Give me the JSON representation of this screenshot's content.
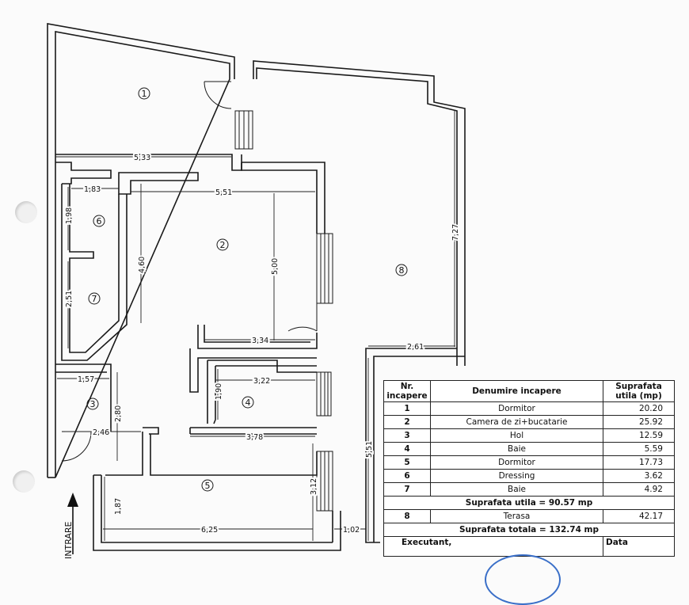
{
  "plan": {
    "rooms": [
      {
        "num": "1"
      },
      {
        "num": "2"
      },
      {
        "num": "3"
      },
      {
        "num": "4"
      },
      {
        "num": "5"
      },
      {
        "num": "6"
      },
      {
        "num": "7"
      },
      {
        "num": "8"
      }
    ],
    "dimensions": {
      "d533": "5,33",
      "d183": "1,83",
      "d551a": "5,51",
      "d198": "1,98",
      "d460": "4,60",
      "d500": "5,00",
      "d727": "7,27",
      "d251": "2,51",
      "d334": "3,34",
      "d261": "2,61",
      "d157": "1,57",
      "d190": "1,90",
      "d322": "3,22",
      "d280": "2,80",
      "d246": "2,46",
      "d378": "3,78",
      "d551b": "5,51",
      "d312": "3,12",
      "d187": "1,87",
      "d625": "6,25",
      "d102": "1,02"
    },
    "entry_label": "INTRARE"
  },
  "table": {
    "headers": {
      "nr": "Nr. incapere",
      "name": "Denumire incapere",
      "area": "Suprafata utila (mp)"
    },
    "rows": [
      {
        "nr": "1",
        "name": "Dormitor",
        "area": "20.20"
      },
      {
        "nr": "2",
        "name": "Camera de zi+bucatarie",
        "area": "25.92"
      },
      {
        "nr": "3",
        "name": "Hol",
        "area": "12.59"
      },
      {
        "nr": "4",
        "name": "Baie",
        "area": "5.59"
      },
      {
        "nr": "5",
        "name": "Dormitor",
        "area": "17.73"
      },
      {
        "nr": "6",
        "name": "Dressing",
        "area": "3.62"
      },
      {
        "nr": "7",
        "name": "Baie",
        "area": "4.92"
      }
    ],
    "useful_total": "Suprafata utila = 90.57 mp",
    "terrace": {
      "nr": "8",
      "name": "Terasa",
      "area": "42.17"
    },
    "grand_total": "Suprafata totala = 132.74 mp",
    "executant": "Executant,",
    "date_label": "Data"
  }
}
